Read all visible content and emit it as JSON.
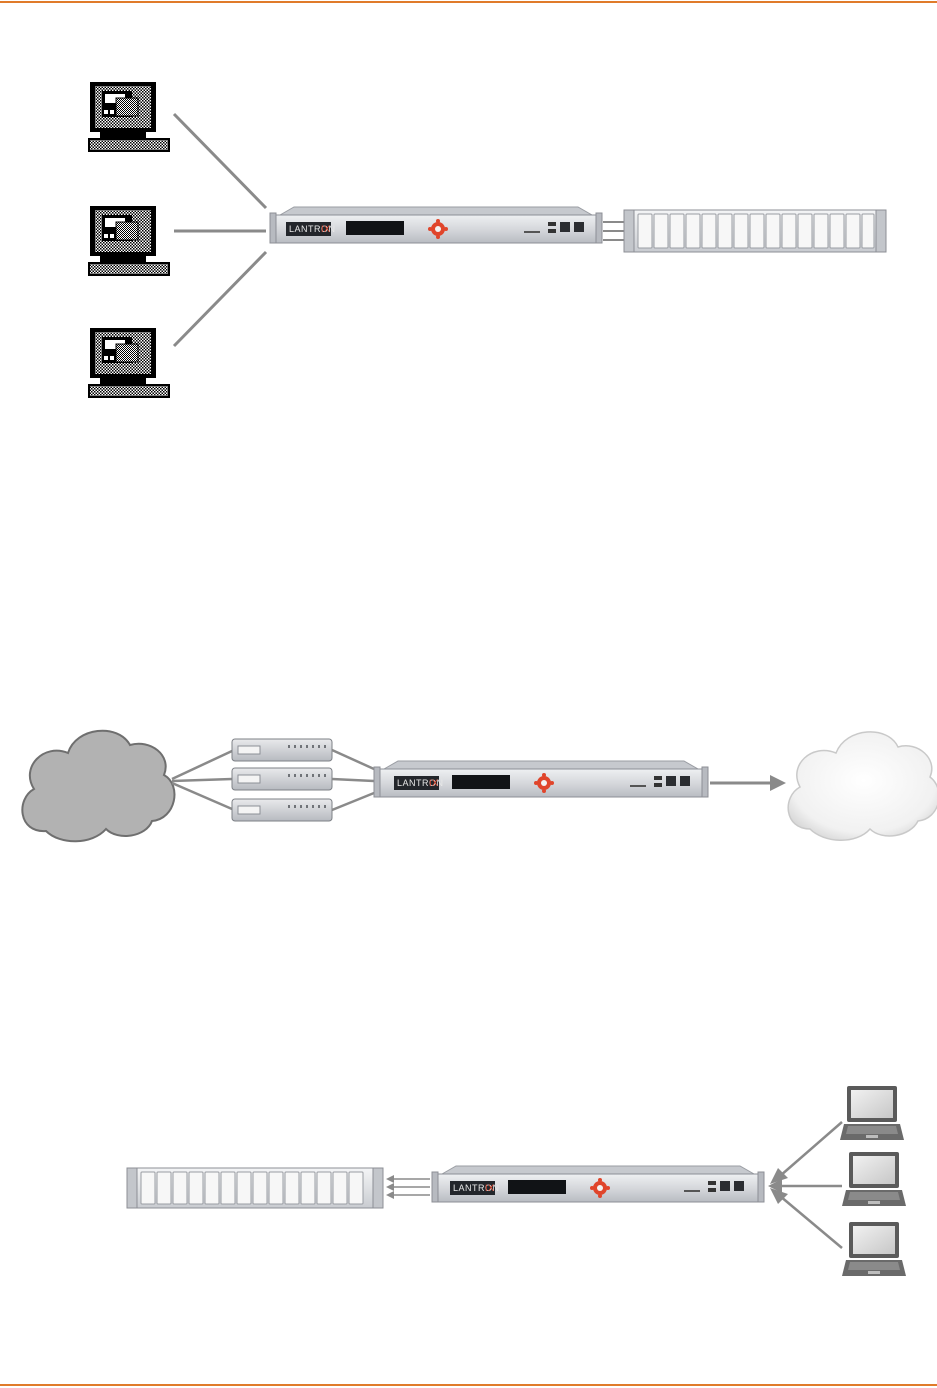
{
  "colors": {
    "accent_rule": "#e07b2a",
    "connector": "#8a8a8a",
    "chassis": "#dcdde0",
    "chassis_edge": "#8c8f96",
    "dark_panel": "#23262b",
    "nav_pad": "#e0452b",
    "cloud_dark": "#b2b2b2",
    "cloud_light": "#f2f2f2"
  },
  "console_server": {
    "brand_prefix": "LANTRON",
    "brand_suffix": "IX"
  },
  "diagrams": [
    {
      "name": "terminals-to-console-server",
      "left_devices": [
        "terminal-icon",
        "terminal-icon",
        "terminal-icon"
      ],
      "center_device": "console-server",
      "right_device": "patch-panel-icon",
      "right_link_count": 3
    },
    {
      "name": "network-to-cloud",
      "left_device": "cloud-icon",
      "middle_devices": [
        "modem-icon",
        "modem-icon",
        "modem-icon"
      ],
      "center_device": "console-server",
      "right_device": "cloud-icon"
    },
    {
      "name": "laptops-to-console-server",
      "left_device": "patch-panel-icon",
      "left_link_count": 3,
      "center_device": "console-server",
      "right_devices": [
        "laptop-icon",
        "laptop-icon",
        "laptop-icon"
      ]
    }
  ]
}
